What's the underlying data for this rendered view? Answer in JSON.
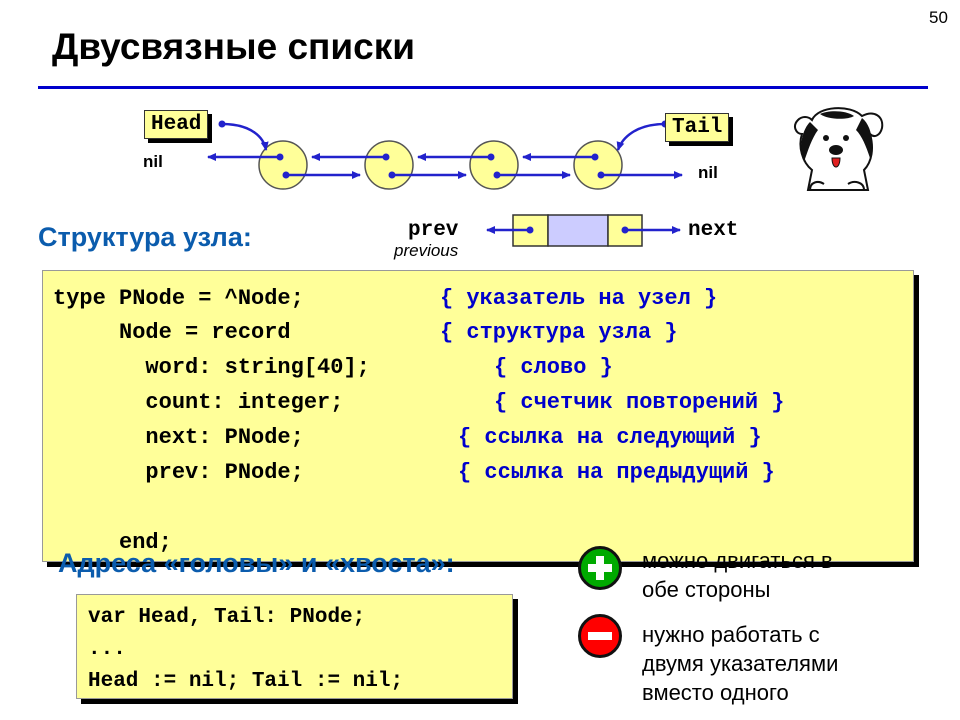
{
  "slide_number": "50",
  "title": "Двусвязные списки",
  "diagram": {
    "head_label": "Head",
    "tail_label": "Tail",
    "nil_left": "nil",
    "nil_right": "nil",
    "node_count": 4
  },
  "node_structure": {
    "heading": "Структура узла:",
    "prev_label": "prev",
    "previous_caption": "previous",
    "next_label": "next"
  },
  "code_block": {
    "lines": [
      {
        "code": "type PNode = ^Node;",
        "comment": "{ указатель на узел }"
      },
      {
        "code": "     Node = record",
        "comment": "{ структура узла }"
      },
      {
        "code": "       word: string[40];",
        "comment": "{ слово }"
      },
      {
        "code": "       count: integer;",
        "comment": "{ счетчик повторений }"
      },
      {
        "code": "       next: PNode;",
        "comment": "{ ссылка на следующий }"
      },
      {
        "code": "       prev: PNode;",
        "comment": "{ ссылка на предыдущий }"
      },
      {
        "code": "     end;",
        "comment": ""
      }
    ]
  },
  "addresses": {
    "heading": "Адреса «головы» и «хвоста»:",
    "lines": [
      "var Head, Tail: PNode;",
      "...",
      "Head := nil; Tail := nil;"
    ]
  },
  "pros": {
    "icon": "plus-icon",
    "color": "#00aa00",
    "text_1": "можно двигаться в",
    "text_2": "обе стороны"
  },
  "cons": {
    "icon": "minus-icon",
    "color": "#ff0000",
    "text_1": "нужно работать с",
    "text_2": "двумя указателями",
    "text_3": "вместо одного"
  },
  "colors": {
    "accent": "#0000cc",
    "heading": "#0b5cad",
    "box_fill": "#ffff99",
    "node_fill": "#ffff99",
    "data_field": "#ccccff"
  }
}
